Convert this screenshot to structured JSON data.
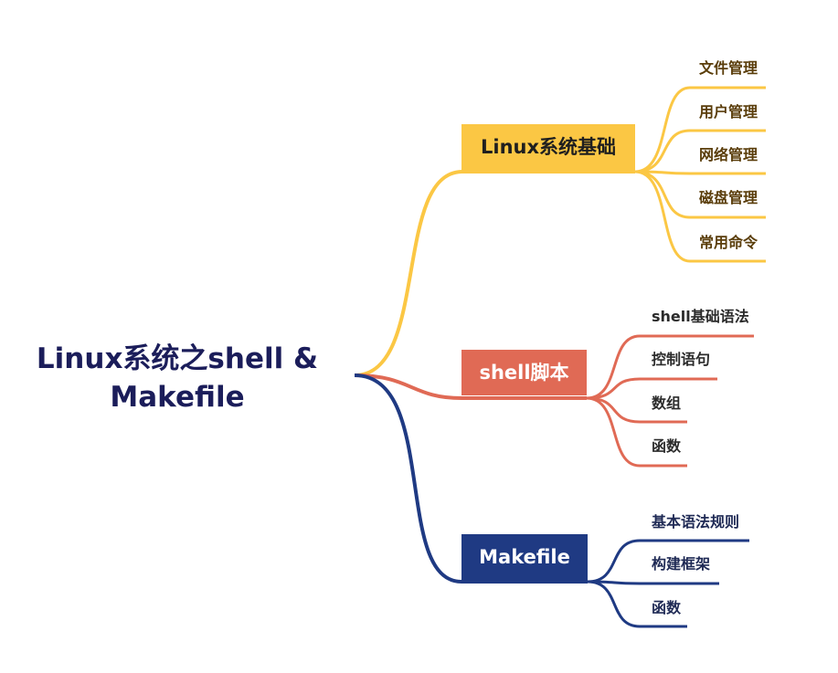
{
  "root": {
    "line1": "Linux系统之shell &",
    "line2": "Makefile"
  },
  "branches": [
    {
      "label": "Linux系统基础",
      "color": "#fbc744",
      "children": [
        "文件管理",
        "用户管理",
        "网络管理",
        "磁盘管理",
        "常用命令"
      ]
    },
    {
      "label": "shell脚本",
      "color": "#e06a55",
      "children": [
        "shell基础语法",
        "控制语句",
        "数组",
        "函数"
      ]
    },
    {
      "label": "Makefile",
      "color": "#1f3a83",
      "children": [
        "基本语法规则",
        "构建框架",
        "函数"
      ]
    }
  ]
}
